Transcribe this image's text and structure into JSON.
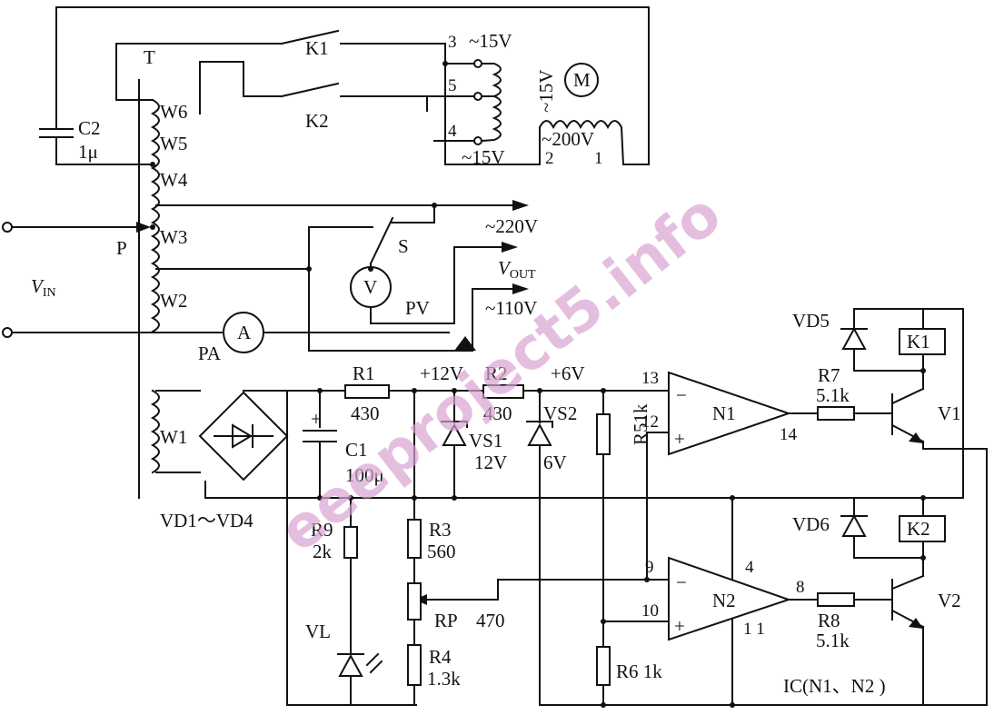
{
  "watermark": "eeeproject5.info",
  "transformer": {
    "core_label": "T",
    "windings": [
      "W6",
      "W5",
      "W4",
      "W3",
      "W2",
      "W1"
    ],
    "tap_label": "P"
  },
  "input": {
    "label_main": "V",
    "label_sub": "IN"
  },
  "output": {
    "label_main": "V",
    "label_sub": "OUT",
    "v220": "~220V",
    "v110": "~110V"
  },
  "capacitor_c2": {
    "name": "C2",
    "value": "1μ"
  },
  "relay_contacts": {
    "k1": "K1",
    "k2": "K2"
  },
  "motor": {
    "symbol": "M",
    "coil_voltage": "~200V",
    "pin2": "2",
    "pin1": "1"
  },
  "tapped_coil": {
    "pin3": "3",
    "pin5": "5",
    "pin4": "4",
    "top": "~15V",
    "mid": "~15V",
    "bottom": "~15V"
  },
  "meters": {
    "voltmeter": "V",
    "voltmeter_label": "PV",
    "ammeter": "A",
    "ammeter_label": "PA",
    "switch": "S"
  },
  "power_supply": {
    "w1": "W1",
    "bridge": "VD1～VD4",
    "r1": {
      "name": "R1",
      "value": "430"
    },
    "r2": {
      "name": "R2",
      "value": "430"
    },
    "c1": {
      "name": "C1",
      "value": "100μ",
      "plus": "+"
    },
    "rail12": "+12V",
    "rail6": "+6V",
    "vs1": {
      "name": "VS1",
      "value": "12V"
    },
    "vs2": {
      "name": "VS2",
      "value": "6V"
    }
  },
  "divider": {
    "r9": {
      "name": "R9",
      "value": "2k"
    },
    "led": "VL",
    "r3": {
      "name": "R3",
      "value": "560"
    },
    "rp": {
      "name": "RP",
      "value": "470"
    },
    "r4": {
      "name": "R4",
      "value": "1.3k"
    },
    "r5": "R51k",
    "r6": "R6 1k"
  },
  "comparators": {
    "n1": {
      "name": "N1",
      "pin_minus": "13",
      "pin_plus": "12",
      "pin_out": "14",
      "minus": "−",
      "plus": "+"
    },
    "n2": {
      "name": "N2",
      "pin_minus": "9",
      "pin_plus": "10",
      "pin_out": "8",
      "pin4": "4",
      "pin11": "1 1",
      "minus": "−",
      "plus": "+"
    },
    "ic": "IC(N1、N2 )"
  },
  "drivers": {
    "r7": {
      "name": "R7",
      "value": "5.1k"
    },
    "r8": {
      "name": "R8",
      "value": "5.1k"
    },
    "v1": "V1",
    "v2": "V2",
    "vd5": "VD5",
    "vd6": "VD6",
    "k1": "K1",
    "k2": "K2"
  }
}
